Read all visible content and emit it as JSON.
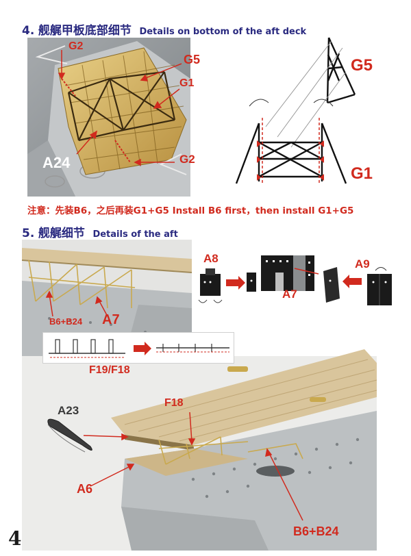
{
  "section4": {
    "number": "4.",
    "title_zh": "舰艉甲板底部细节",
    "title_en": "Details on bottom of the aft deck",
    "labels": {
      "g2_top": "G2",
      "g5_photo": "G5",
      "g1_photo": "G1",
      "a24": "A24",
      "g2_bottom": "G2",
      "g5_diagram": "G5",
      "g1_diagram": "G1"
    },
    "note": "注意：先装B6，之后再装G1+G5    Install B6 first，then install G1+G5"
  },
  "section5": {
    "number": "5.",
    "title_zh": "舰艉细节",
    "title_en": "Details of  the aft",
    "labels": {
      "b6_b24_top": "B6+B24",
      "a7_photo": "A7",
      "a8": "A8",
      "a7_diagram": "A7",
      "a9": "A9",
      "f19_f18": "F19/F18",
      "f18": "F18",
      "a23": "A23",
      "a6": "A6",
      "b6_b24_bottom": "B6+B24"
    }
  },
  "page_number": "4",
  "colors": {
    "heading": "#2a2a80",
    "callout": "#d12a1e",
    "brass": "#c9a94e",
    "hull_grey": "#b9bdbf",
    "deck_wood": "#d9c59c"
  }
}
